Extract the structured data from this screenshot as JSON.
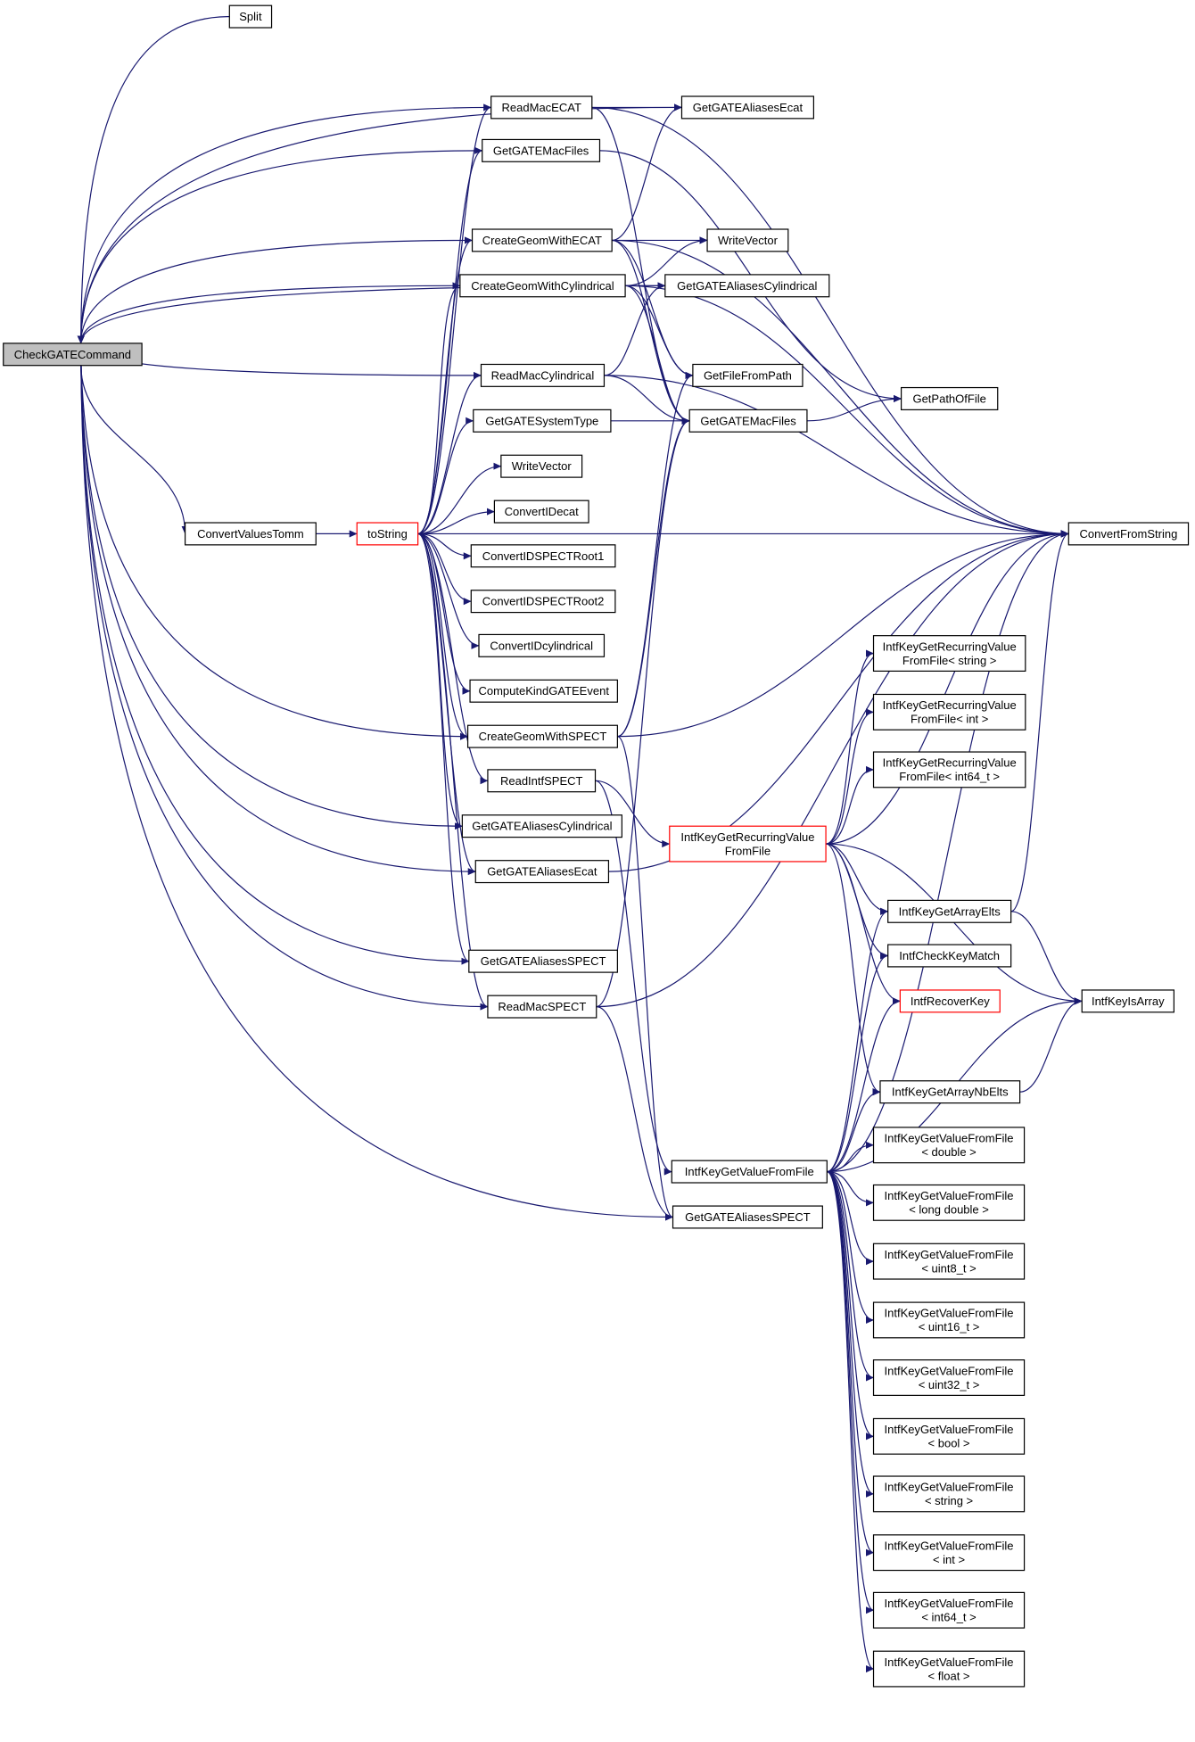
{
  "graph": {
    "edge_color": "#191970",
    "root_fill": "#bfbfbf",
    "highlight_border": "#ff0000",
    "nodes": [
      {
        "id": "CheckGATECommand",
        "lines": [
          "CheckGATECommand"
        ]
      },
      {
        "id": "Split",
        "lines": [
          "Split"
        ]
      },
      {
        "id": "ReadMacECAT",
        "lines": [
          "ReadMacECAT"
        ]
      },
      {
        "id": "GetGATEAliasesEcat_top",
        "lines": [
          "GetGATEAliasesEcat"
        ]
      },
      {
        "id": "GetGATEMacFiles_top",
        "lines": [
          "GetGATEMacFiles"
        ]
      },
      {
        "id": "CreateGeomWithECAT",
        "lines": [
          "CreateGeomWithECAT"
        ]
      },
      {
        "id": "WriteVector_top",
        "lines": [
          "WriteVector"
        ]
      },
      {
        "id": "CreateGeomWithCylindrical",
        "lines": [
          "CreateGeomWithCylindrical"
        ]
      },
      {
        "id": "GetGATEAliasesCylindrical_top",
        "lines": [
          "GetGATEAliasesCylindrical"
        ]
      },
      {
        "id": "ReadMacCylindrical",
        "lines": [
          "ReadMacCylindrical"
        ]
      },
      {
        "id": "GetFileFromPath",
        "lines": [
          "GetFileFromPath"
        ]
      },
      {
        "id": "GetGATESystemType",
        "lines": [
          "GetGATESystemType"
        ]
      },
      {
        "id": "GetGATEMacFiles_mid",
        "lines": [
          "GetGATEMacFiles"
        ]
      },
      {
        "id": "GetPathOfFile",
        "lines": [
          "GetPathOfFile"
        ]
      },
      {
        "id": "WriteVector_mid",
        "lines": [
          "WriteVector"
        ]
      },
      {
        "id": "ConvertValuesTomm",
        "lines": [
          "ConvertValuesTomm"
        ]
      },
      {
        "id": "toString",
        "lines": [
          "toString"
        ]
      },
      {
        "id": "ConvertIDecat",
        "lines": [
          "ConvertIDecat"
        ]
      },
      {
        "id": "ConvertFromString",
        "lines": [
          "ConvertFromString"
        ]
      },
      {
        "id": "ConvertIDSPECTRoot1",
        "lines": [
          "ConvertIDSPECTRoot1"
        ]
      },
      {
        "id": "ConvertIDSPECTRoot2",
        "lines": [
          "ConvertIDSPECTRoot2"
        ]
      },
      {
        "id": "ConvertIDcylindrical",
        "lines": [
          "ConvertIDcylindrical"
        ]
      },
      {
        "id": "ComputeKindGATEEvent",
        "lines": [
          "ComputeKindGATEEvent"
        ]
      },
      {
        "id": "CreateGeomWithSPECT",
        "lines": [
          "CreateGeomWithSPECT"
        ]
      },
      {
        "id": "ReadIntfSPECT",
        "lines": [
          "ReadIntfSPECT"
        ]
      },
      {
        "id": "GetGATEAliasesCylindrical_low",
        "lines": [
          "GetGATEAliasesCylindrical"
        ]
      },
      {
        "id": "GetGATEAliasesEcat_low",
        "lines": [
          "GetGATEAliasesEcat"
        ]
      },
      {
        "id": "GetGATEAliasesSPECT_mid",
        "lines": [
          "GetGATEAliasesSPECT"
        ]
      },
      {
        "id": "ReadMacSPECT",
        "lines": [
          "ReadMacSPECT"
        ]
      },
      {
        "id": "RecFromFile_string",
        "lines": [
          "IntfKeyGetRecurringValue",
          "FromFile< string >"
        ]
      },
      {
        "id": "RecFromFile_int",
        "lines": [
          "IntfKeyGetRecurringValue",
          "FromFile< int >"
        ]
      },
      {
        "id": "RecFromFile_int64",
        "lines": [
          "IntfKeyGetRecurringValue",
          "FromFile< int64_t >"
        ]
      },
      {
        "id": "RecFromFile",
        "lines": [
          "IntfKeyGetRecurringValue",
          "FromFile"
        ]
      },
      {
        "id": "IntfKeyGetArrayElts",
        "lines": [
          "IntfKeyGetArrayElts"
        ]
      },
      {
        "id": "IntfCheckKeyMatch",
        "lines": [
          "IntfCheckKeyMatch"
        ]
      },
      {
        "id": "IntfRecoverKey",
        "lines": [
          "IntfRecoverKey"
        ]
      },
      {
        "id": "IntfKeyIsArray",
        "lines": [
          "IntfKeyIsArray"
        ]
      },
      {
        "id": "IntfKeyGetArrayNbElts",
        "lines": [
          "IntfKeyGetArrayNbElts"
        ]
      },
      {
        "id": "IntfKeyGetValueFromFile",
        "lines": [
          "IntfKeyGetValueFromFile"
        ]
      },
      {
        "id": "GetGATEAliasesSPECT_low",
        "lines": [
          "GetGATEAliasesSPECT"
        ]
      },
      {
        "id": "VFF_double",
        "lines": [
          "IntfKeyGetValueFromFile",
          "< double >"
        ]
      },
      {
        "id": "VFF_longdouble",
        "lines": [
          "IntfKeyGetValueFromFile",
          "< long double >"
        ]
      },
      {
        "id": "VFF_uint8",
        "lines": [
          "IntfKeyGetValueFromFile",
          "< uint8_t >"
        ]
      },
      {
        "id": "VFF_uint16",
        "lines": [
          "IntfKeyGetValueFromFile",
          "< uint16_t >"
        ]
      },
      {
        "id": "VFF_uint32",
        "lines": [
          "IntfKeyGetValueFromFile",
          "< uint32_t >"
        ]
      },
      {
        "id": "VFF_bool",
        "lines": [
          "IntfKeyGetValueFromFile",
          "< bool >"
        ]
      },
      {
        "id": "VFF_string",
        "lines": [
          "IntfKeyGetValueFromFile",
          "< string >"
        ]
      },
      {
        "id": "VFF_int",
        "lines": [
          "IntfKeyGetValueFromFile",
          "< int >"
        ]
      },
      {
        "id": "VFF_int64",
        "lines": [
          "IntfKeyGetValueFromFile",
          "< int64_t >"
        ]
      },
      {
        "id": "VFF_float",
        "lines": [
          "IntfKeyGetValueFromFile",
          "< float >"
        ]
      }
    ],
    "edges": [
      [
        "Split",
        "CheckGATECommand"
      ],
      [
        "ReadMacECAT",
        "CheckGATECommand"
      ],
      [
        "GetGATEAliasesEcat_top",
        "CheckGATECommand"
      ],
      [
        "GetGATEMacFiles_top",
        "CheckGATECommand"
      ],
      [
        "CreateGeomWithECAT",
        "CheckGATECommand"
      ],
      [
        "CreateGeomWithCylindrical",
        "CheckGATECommand"
      ],
      [
        "GetGATEAliasesCylindrical_top",
        "CheckGATECommand"
      ],
      [
        "ReadMacCylindrical",
        "CheckGATECommand"
      ],
      [
        "CreateGeomWithSPECT",
        "CheckGATECommand"
      ],
      [
        "GetGATEAliasesCylindrical_low",
        "CheckGATECommand"
      ],
      [
        "GetGATEAliasesEcat_low",
        "CheckGATECommand"
      ],
      [
        "GetGATEAliasesSPECT_mid",
        "CheckGATECommand"
      ],
      [
        "ReadMacSPECT",
        "CheckGATECommand"
      ],
      [
        "GetGATEAliasesSPECT_low",
        "CheckGATECommand"
      ],
      [
        "CheckGATECommand",
        "ConvertValuesTomm"
      ],
      [
        "ConvertValuesTomm",
        "toString"
      ],
      [
        "ConvertValuesTomm",
        "ConvertFromString"
      ],
      [
        "toString",
        "ReadMacECAT"
      ],
      [
        "toString",
        "GetGATEMacFiles_top"
      ],
      [
        "toString",
        "CreateGeomWithECAT"
      ],
      [
        "toString",
        "CreateGeomWithCylindrical"
      ],
      [
        "toString",
        "ReadMacCylindrical"
      ],
      [
        "toString",
        "GetGATESystemType"
      ],
      [
        "toString",
        "WriteVector_mid"
      ],
      [
        "toString",
        "ConvertIDecat"
      ],
      [
        "toString",
        "ConvertIDSPECTRoot1"
      ],
      [
        "toString",
        "ConvertIDSPECTRoot2"
      ],
      [
        "toString",
        "ConvertIDcylindrical"
      ],
      [
        "toString",
        "ComputeKindGATEEvent"
      ],
      [
        "toString",
        "CreateGeomWithSPECT"
      ],
      [
        "toString",
        "ReadIntfSPECT"
      ],
      [
        "toString",
        "GetGATEAliasesCylindrical_low"
      ],
      [
        "toString",
        "GetGATEAliasesEcat_low"
      ],
      [
        "toString",
        "GetGATEAliasesSPECT_mid"
      ],
      [
        "toString",
        "ReadMacSPECT"
      ],
      [
        "ReadMacECAT",
        "GetGATEAliasesEcat_top"
      ],
      [
        "ReadMacECAT",
        "ConvertFromString"
      ],
      [
        "ReadMacECAT",
        "GetGATEMacFiles_mid"
      ],
      [
        "GetGATEMacFiles_top",
        "GetPathOfFile"
      ],
      [
        "CreateGeomWithECAT",
        "WriteVector_top"
      ],
      [
        "CreateGeomWithECAT",
        "GetGATEAliasesEcat_top"
      ],
      [
        "CreateGeomWithECAT",
        "ConvertFromString"
      ],
      [
        "CreateGeomWithECAT",
        "GetFileFromPath"
      ],
      [
        "CreateGeomWithECAT",
        "GetGATEMacFiles_mid"
      ],
      [
        "CreateGeomWithCylindrical",
        "WriteVector_top"
      ],
      [
        "CreateGeomWithCylindrical",
        "GetGATEAliasesCylindrical_top"
      ],
      [
        "CreateGeomWithCylindrical",
        "ConvertFromString"
      ],
      [
        "CreateGeomWithCylindrical",
        "GetFileFromPath"
      ],
      [
        "CreateGeomWithCylindrical",
        "GetGATEMacFiles_mid"
      ],
      [
        "ReadMacCylindrical",
        "GetGATEAliasesCylindrical_top"
      ],
      [
        "ReadMacCylindrical",
        "GetGATEMacFiles_mid"
      ],
      [
        "ReadMacCylindrical",
        "ConvertFromString"
      ],
      [
        "GetGATESystemType",
        "GetGATEMacFiles_mid"
      ],
      [
        "GetGATEMacFiles_mid",
        "GetPathOfFile"
      ],
      [
        "CreateGeomWithSPECT",
        "GetFileFromPath"
      ],
      [
        "CreateGeomWithSPECT",
        "GetGATEMacFiles_mid"
      ],
      [
        "CreateGeomWithSPECT",
        "ConvertFromString"
      ],
      [
        "CreateGeomWithSPECT",
        "GetGATEAliasesSPECT_low"
      ],
      [
        "ReadIntfSPECT",
        "RecFromFile"
      ],
      [
        "ReadIntfSPECT",
        "IntfKeyGetValueFromFile"
      ],
      [
        "ReadMacSPECT",
        "GetGATEMacFiles_mid"
      ],
      [
        "ReadMacSPECT",
        "ConvertFromString"
      ],
      [
        "ReadMacSPECT",
        "GetGATEAliasesSPECT_low"
      ],
      [
        "GetGATEAliasesEcat_low",
        "ConvertFromString"
      ],
      [
        "RecFromFile",
        "RecFromFile_string"
      ],
      [
        "RecFromFile",
        "RecFromFile_int"
      ],
      [
        "RecFromFile",
        "RecFromFile_int64"
      ],
      [
        "RecFromFile",
        "ConvertFromString"
      ],
      [
        "RecFromFile",
        "IntfKeyGetArrayElts"
      ],
      [
        "RecFromFile",
        "IntfCheckKeyMatch"
      ],
      [
        "RecFromFile",
        "IntfRecoverKey"
      ],
      [
        "RecFromFile",
        "IntfKeyIsArray"
      ],
      [
        "RecFromFile",
        "IntfKeyGetArrayNbElts"
      ],
      [
        "IntfKeyGetArrayElts",
        "ConvertFromString"
      ],
      [
        "IntfKeyGetArrayElts",
        "IntfKeyIsArray"
      ],
      [
        "IntfKeyGetArrayNbElts",
        "IntfKeyIsArray"
      ],
      [
        "IntfKeyGetValueFromFile",
        "IntfKeyGetArrayElts"
      ],
      [
        "IntfKeyGetValueFromFile",
        "IntfCheckKeyMatch"
      ],
      [
        "IntfKeyGetValueFromFile",
        "IntfRecoverKey"
      ],
      [
        "IntfKeyGetValueFromFile",
        "IntfKeyGetArrayNbElts"
      ],
      [
        "IntfKeyGetValueFromFile",
        "ConvertFromString"
      ],
      [
        "IntfKeyGetValueFromFile",
        "IntfKeyIsArray"
      ],
      [
        "IntfKeyGetValueFromFile",
        "VFF_double"
      ],
      [
        "IntfKeyGetValueFromFile",
        "VFF_longdouble"
      ],
      [
        "IntfKeyGetValueFromFile",
        "VFF_uint8"
      ],
      [
        "IntfKeyGetValueFromFile",
        "VFF_uint16"
      ],
      [
        "IntfKeyGetValueFromFile",
        "VFF_uint32"
      ],
      [
        "IntfKeyGetValueFromFile",
        "VFF_bool"
      ],
      [
        "IntfKeyGetValueFromFile",
        "VFF_string"
      ],
      [
        "IntfKeyGetValueFromFile",
        "VFF_int"
      ],
      [
        "IntfKeyGetValueFromFile",
        "VFF_int64"
      ],
      [
        "IntfKeyGetValueFromFile",
        "VFF_float"
      ]
    ]
  }
}
